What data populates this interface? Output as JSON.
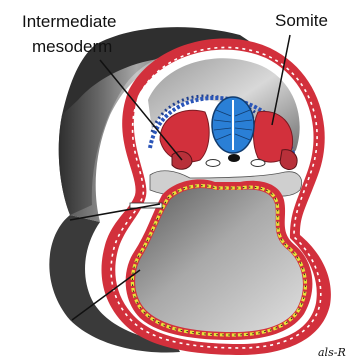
{
  "labels": {
    "intermediate_line1": "Intermediate",
    "intermediate_line2": "mesoderm",
    "somite": "Somite"
  },
  "signature": "als-R",
  "colors": {
    "ectoderm": "#d2303c",
    "neural_tube": "#2a7fd6",
    "somite": "#d2303c",
    "endoderm": "#e8e23a",
    "dark_shading": "#3c3c3c",
    "light_shading": "#b8b8b8"
  }
}
